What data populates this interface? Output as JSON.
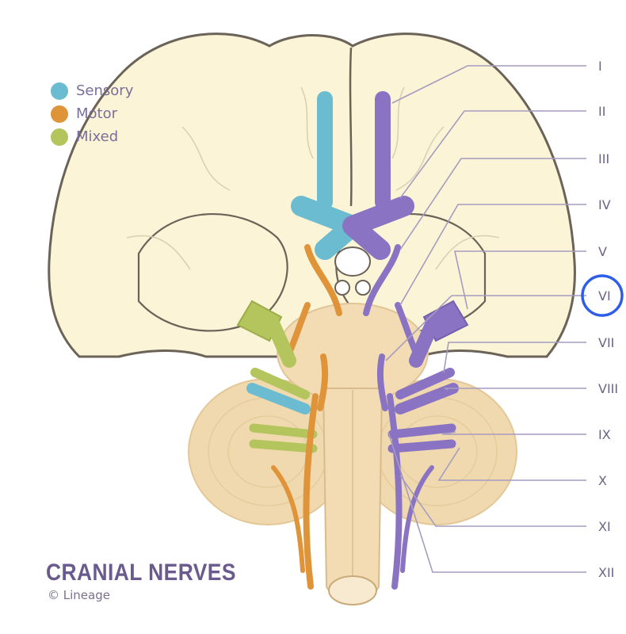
{
  "title": "CRANIAL NERVES",
  "credit": "© Lineage",
  "legend": [
    {
      "label": "Sensory",
      "color": "#6bbcd0"
    },
    {
      "label": "Motor",
      "color": "#e0943a"
    },
    {
      "label": "Mixed",
      "color": "#b3c55c"
    }
  ],
  "nerves": [
    {
      "label": "I",
      "type": "Sensory"
    },
    {
      "label": "II",
      "type": "Sensory"
    },
    {
      "label": "III",
      "type": "Motor"
    },
    {
      "label": "IV",
      "type": "Motor"
    },
    {
      "label": "V",
      "type": "Mixed"
    },
    {
      "label": "VI",
      "type": "Motor",
      "highlighted": true
    },
    {
      "label": "VII",
      "type": "Mixed"
    },
    {
      "label": "VIII",
      "type": "Sensory"
    },
    {
      "label": "IX",
      "type": "Mixed"
    },
    {
      "label": "X",
      "type": "Mixed"
    },
    {
      "label": "XI",
      "type": "Motor"
    },
    {
      "label": "XII",
      "type": "Motor"
    }
  ],
  "colors": {
    "nerve_right_side": "#8a73c2",
    "leader_line": "#a59cbf",
    "highlight_ring": "#2e5de8",
    "brain_fill": "#fbf4d6",
    "brain_outline": "#6b6258",
    "brainstem": "#f3dcb4",
    "cerebellum": "#f0d9ae"
  }
}
